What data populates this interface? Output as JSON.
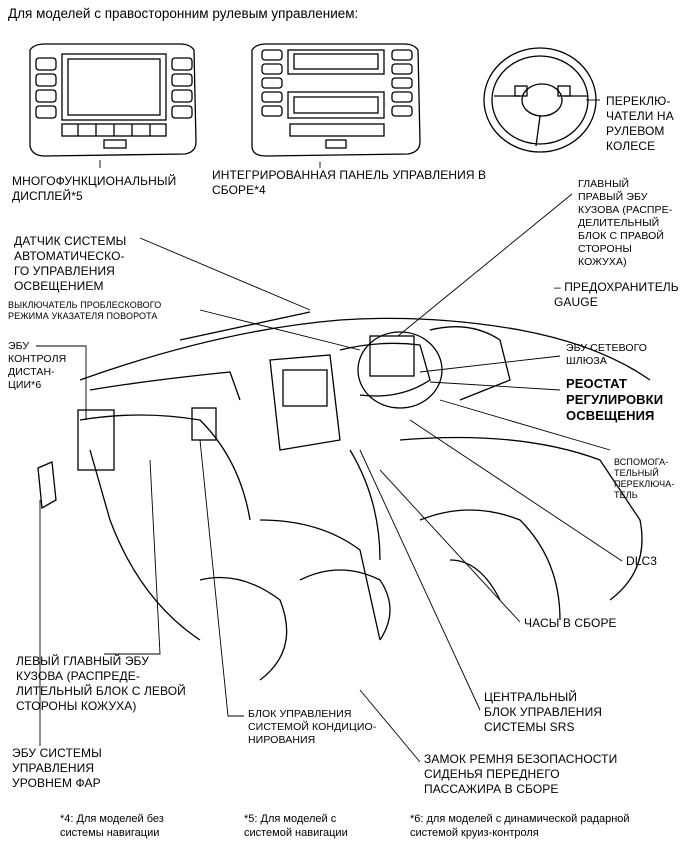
{
  "title": "Для моделей с правосторонним рулевым управлением:",
  "labels": {
    "multi_display": "МНОГОФУНКЦИОНАЛЬНЫЙ\nДИСПЛЕЙ*5",
    "integrated_panel": "ИНТЕГРИРОВАННАЯ ПАНЕЛЬ УПРАВЛЕНИЯ В\nСБОРЕ*4",
    "wheel_switches": "ПЕРЕКЛЮ-\nЧАТЕЛИ НА\nРУЛЕВОМ\nКОЛЕСЕ",
    "main_right_ecu": "ГЛАВНЫЙ\nПРАВЫЙ ЭБУ\nКУЗОВА (РАСПРЕ-\nДЕЛИТЕЛЬНЫЙ\nБЛОК С ПРАВОЙ\nСТОРОНЫ\nКОЖУХА)",
    "gauge_fuse": "– ПРЕДОХРАНИТЕЛЬ\nGAUGE",
    "auto_light_sensor": "ДАТЧИК СИСТЕМЫ\nАВТОМАТИЧЕСКО-\nГО УПРАВЛЕНИЯ\nОСВЕЩЕНИЕМ",
    "hazard_switch": "ВЫКЛЮЧАТЕЛЬ ПРОБЛЕСКОВОГО\nРЕЖИМА УКАЗАТЕЛЯ ПОВОРОТА",
    "distance_ecu": "ЭБУ\nКОНТРОЛЯ\nДИСТАН-\nЦИИ*6",
    "gateway_ecu": "ЭБУ СЕТЕВОГО\nШЛЮЗА",
    "rheostat": "РЕОСТАТ\nРЕГУЛИРОВКИ\nОСВЕЩЕНИЯ",
    "aux_switch": "ВСПОМОГА-\nТЕЛЬНЫЙ\nПЕРЕКЛЮЧА-\nТЕЛЬ",
    "dlc3": "DLC3",
    "clock": "ЧАСЫ В СБОРЕ",
    "left_main_ecu": "ЛЕВЫЙ ГЛАВНЫЙ ЭБУ\nКУЗОВА (РАСПРЕДЕ-\nЛИТЕЛЬНЫЙ БЛОК С ЛЕВОЙ\nСТОРОНЫ КОЖУХА)",
    "ac_unit": "БЛОК УПРАВЛЕНИЯ\nСИСТЕМОЙ КОНДИЦИО-\nНИРОВАНИЯ",
    "srs_unit": "ЦЕНТРАЛЬНЫЙ\nБЛОК УПРАВЛЕНИЯ\nСИСТЕМЫ SRS",
    "headlamp_ecu": "ЭБУ СИСТЕМЫ\nУПРАВЛЕНИЯ\nУРОВНЕМ ФАР",
    "seatbelt_buckle": "ЗАМОК РЕМНЯ БЕЗОПАСНОСТИ\nСИДЕНЬЯ ПЕРЕДНЕГО\nПАССАЖИРА В СБОРЕ"
  },
  "footnotes": {
    "f4": "*4: Для моделей без\nсистемы навигации",
    "f5": "*5: Для моделей с\nсистемой навигации",
    "f6": "*6: для моделей с динамической радарной\nсистемой круиз-контроля"
  }
}
